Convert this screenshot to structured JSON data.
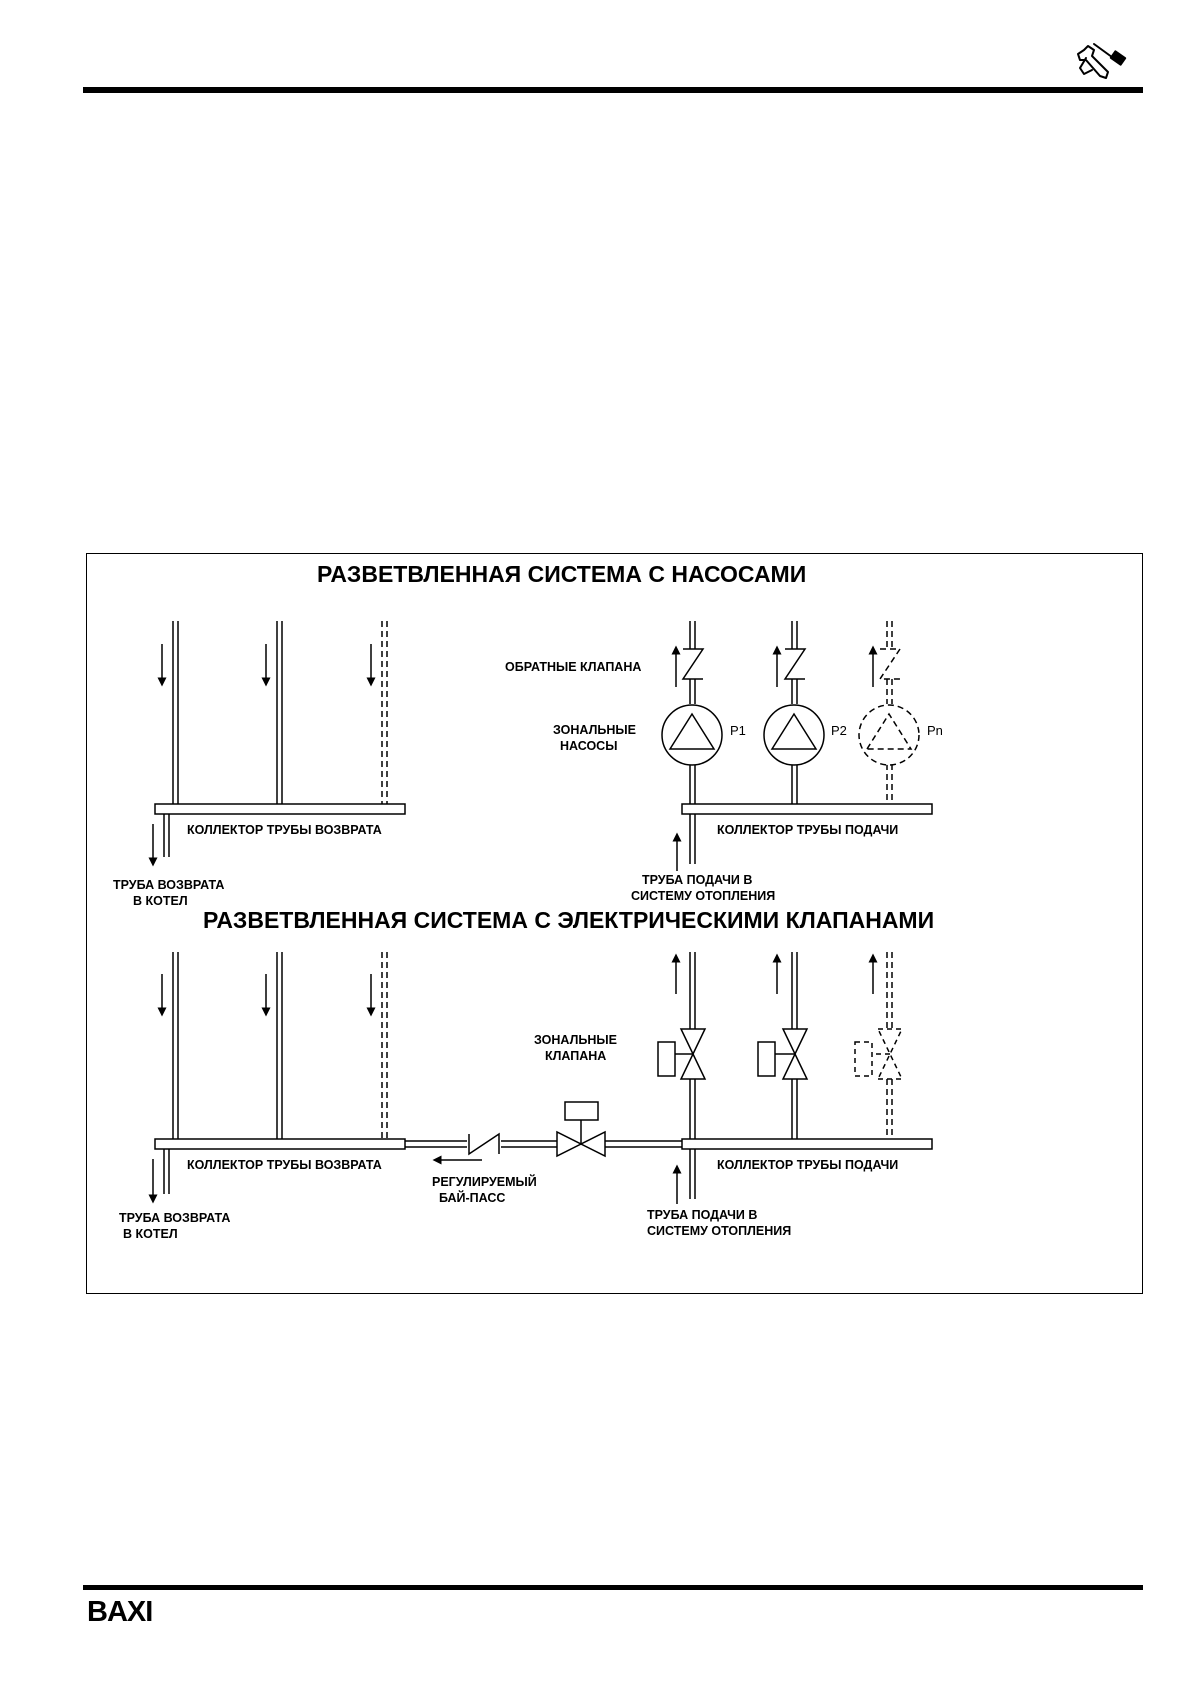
{
  "header": {
    "tools_icon": "wrench-screwdriver-icon"
  },
  "footer": {
    "brand": "BAXI"
  },
  "diagram": {
    "pumps_section": {
      "title": "РАЗВЕТВЛЕННАЯ СИСТЕМА С НАСОСАМИ",
      "check_valves_label": "ОБРАТНЫЕ КЛАПАНА",
      "zone_pumps_label_line1": "ЗОНАЛЬНЫЕ",
      "zone_pumps_label_line2": "НАСОСЫ",
      "pump_labels": [
        "P1",
        "P2",
        "Pn"
      ],
      "return_collector_label": "КОЛЛЕКТОР ТРУБЫ ВОЗВРАТА",
      "supply_collector_label": "КОЛЛЕКТОР ТРУБЫ ПОДАЧИ",
      "return_pipe_line1": "ТРУБА ВОЗВРАТА",
      "return_pipe_line2": "В КОТЕЛ",
      "supply_pipe_line1": "ТРУБА ПОДАЧИ В",
      "supply_pipe_line2": "СИСТЕМУ ОТОПЛЕНИЯ"
    },
    "valves_section": {
      "title": "РАЗВЕТВЛЕННАЯ СИСТЕМА С ЭЛЕКТРИЧЕСКИМИ КЛАПАНАМИ",
      "zone_valves_label_line1": "ЗОНАЛЬНЫЕ",
      "zone_valves_label_line2": "КЛАПАНА",
      "return_collector_label": "КОЛЛЕКТОР ТРУБЫ ВОЗВРАТА",
      "supply_collector_label": "КОЛЛЕКТОР ТРУБЫ ПОДАЧИ",
      "bypass_line1": "РЕГУЛИРУЕМЫЙ",
      "bypass_line2": "БАЙ-ПАСС",
      "return_pipe_line1": "ТРУБА ВОЗВРАТА",
      "return_pipe_line2": "В КОТЕЛ",
      "supply_pipe_line1": "ТРУБА ПОДАЧИ В",
      "supply_pipe_line2": "СИСТЕМУ ОТОПЛЕНИЯ"
    }
  }
}
